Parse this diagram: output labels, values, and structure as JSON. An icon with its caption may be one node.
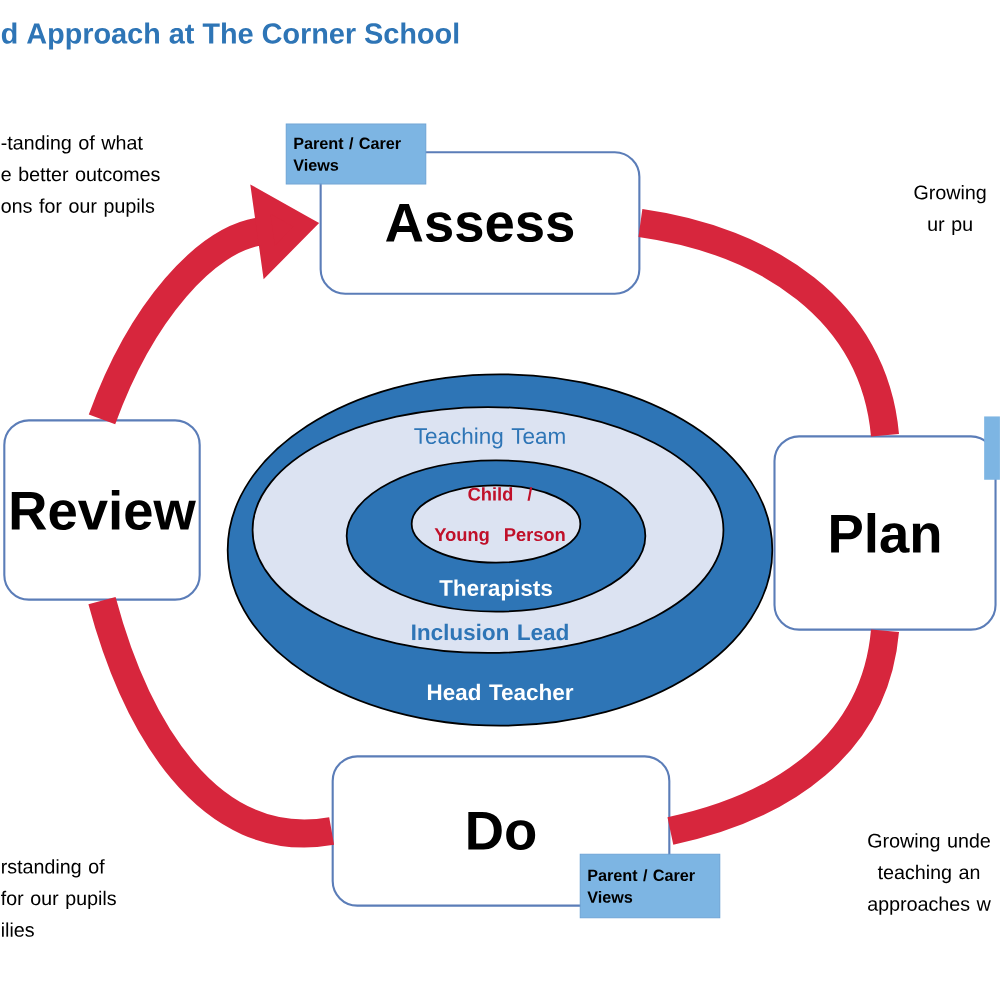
{
  "diagram": {
    "title": "d Approach at The Corner School",
    "nodes": [
      {
        "text": [
          "Assess"
        ]
      },
      {
        "text": [
          "Parent / Carer Views"
        ]
      },
      {
        "text": [],
        "shape": "box"
      },
      {
        "text": [
          "Plan"
        ]
      },
      {
        "text": [
          "Do"
        ]
      },
      {
        "text": [
          "Parent / Carer Views"
        ]
      },
      {
        "text": [
          "Review"
        ]
      },
      {
        "text": [
          "Head Teacher"
        ]
      },
      {
        "text": [
          "Teaching Team",
          "Inclusion Lead"
        ],
        "in": 7
      },
      {
        "text": [
          "Therapists"
        ],
        "in": 8
      },
      {
        "text": [
          "Child / Young Person"
        ],
        "in": 9
      }
    ],
    "edges": [
      {
        "from": 6,
        "to": 0,
        "arrow": "to"
      },
      {
        "from": 0,
        "to": 3,
        "arrow": "none"
      },
      {
        "from": 3,
        "to": 4,
        "arrow": "none"
      },
      {
        "from": 4,
        "to": 6,
        "arrow": "none"
      }
    ],
    "labels": [
      "-tanding of what e better outcomes ons for our pupils",
      "Growing ur pu",
      "rstanding of for our pupils ilies",
      "Growing unde teaching an approaches w"
    ]
  }
}
